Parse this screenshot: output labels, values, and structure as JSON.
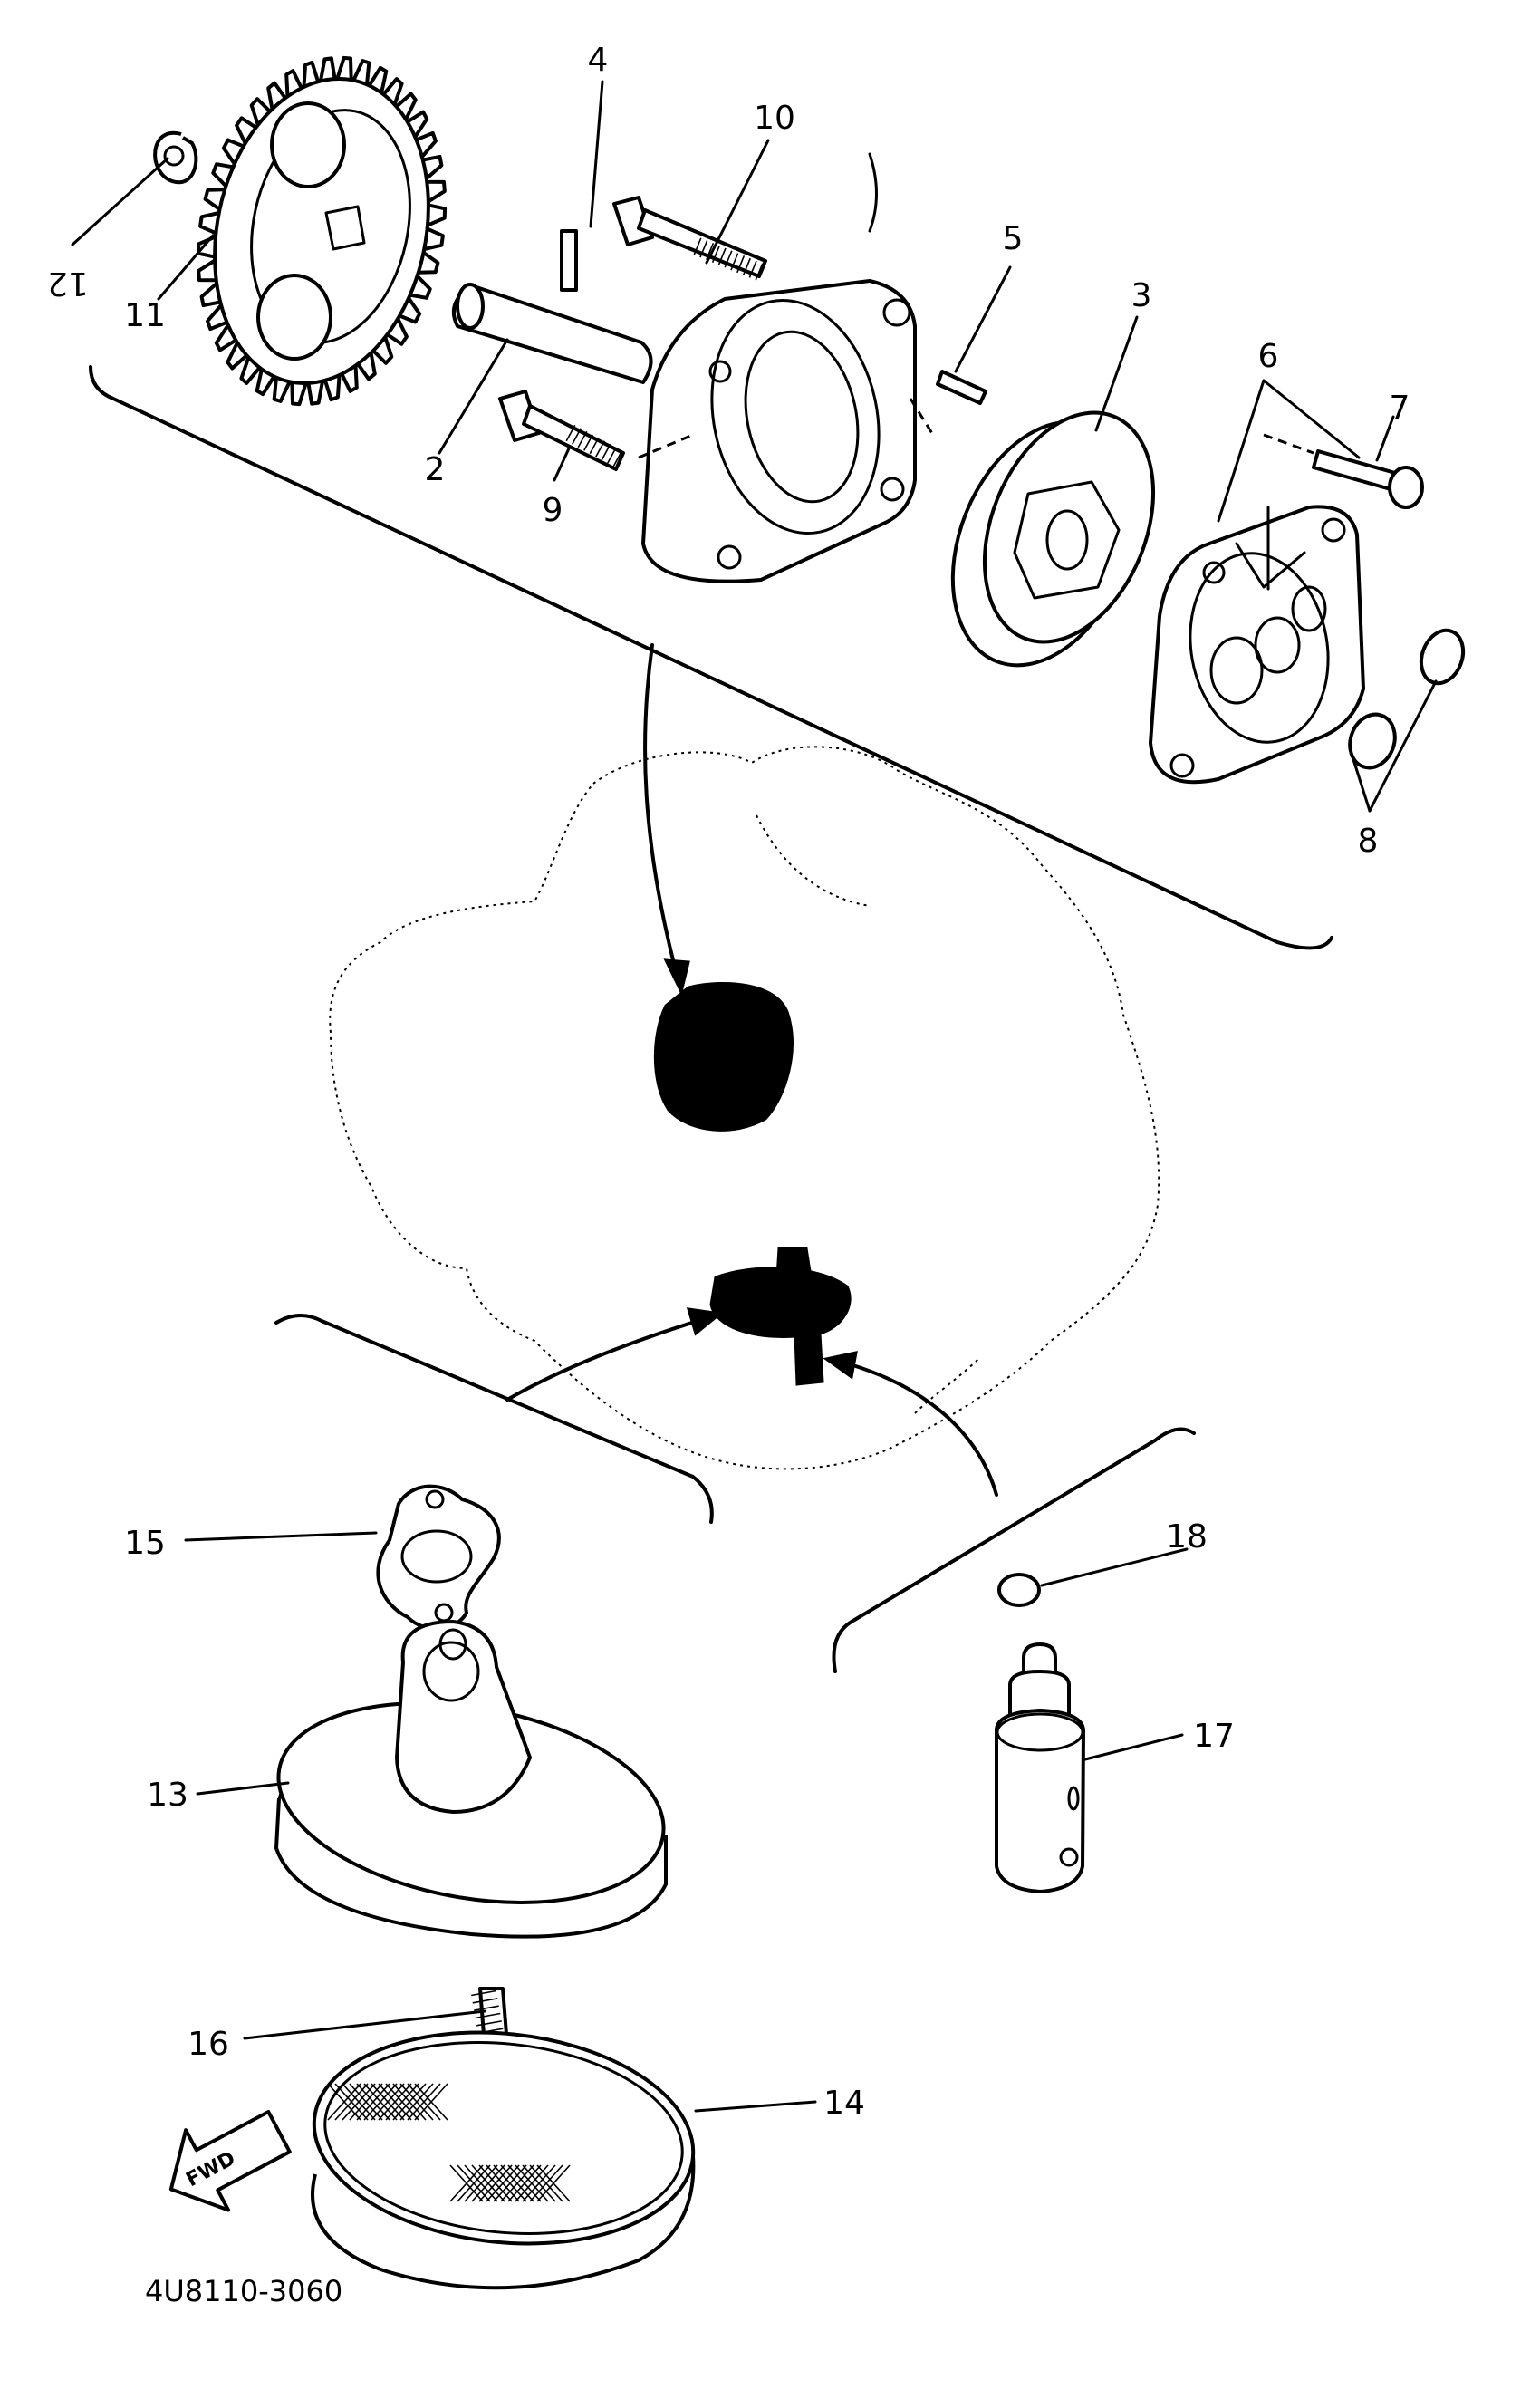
{
  "callouts": [
    {
      "id": "2",
      "label": "2"
    },
    {
      "id": "3",
      "label": "3"
    },
    {
      "id": "4",
      "label": "4"
    },
    {
      "id": "5",
      "label": "5"
    },
    {
      "id": "6",
      "label": "6"
    },
    {
      "id": "7",
      "label": "7"
    },
    {
      "id": "8",
      "label": "8"
    },
    {
      "id": "9",
      "label": "9"
    },
    {
      "id": "10",
      "label": "10"
    },
    {
      "id": "11",
      "label": "11"
    },
    {
      "id": "12",
      "label": "12"
    },
    {
      "id": "13",
      "label": "13"
    },
    {
      "id": "14",
      "label": "14"
    },
    {
      "id": "15",
      "label": "15"
    },
    {
      "id": "16",
      "label": "16"
    },
    {
      "id": "17",
      "label": "17"
    },
    {
      "id": "18",
      "label": "18"
    }
  ],
  "forward_badge": "FWD",
  "diagram_code": "4U8110-3060"
}
